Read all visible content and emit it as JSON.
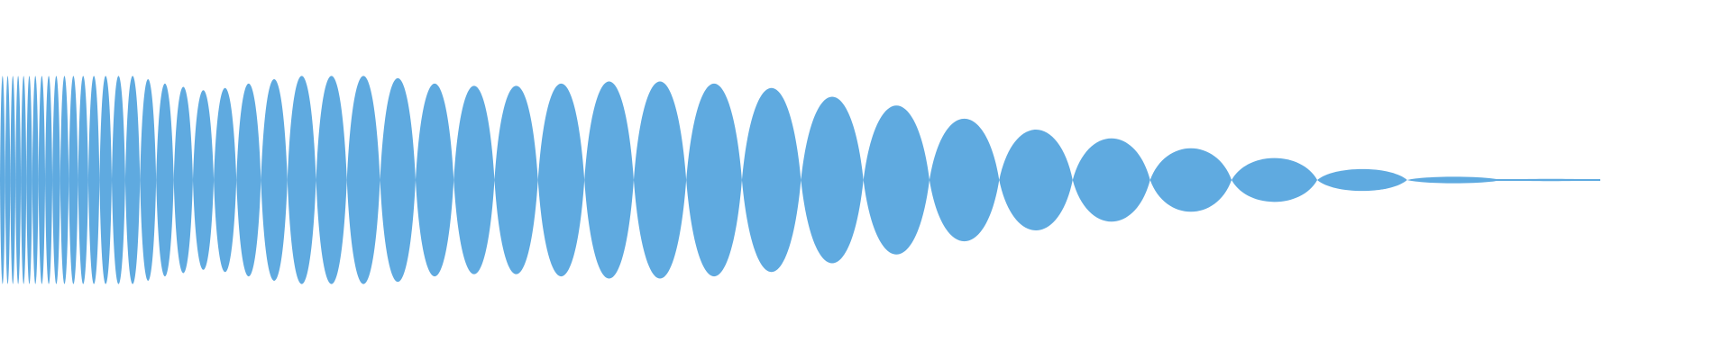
{
  "waveform": {
    "fill_color": "#5FAAE0",
    "background_color": "#FFFFFF",
    "description_visible_text": "",
    "lobes": [
      {
        "amp": 0.95
      },
      {
        "amp": 0.95
      },
      {
        "amp": 0.95
      },
      {
        "amp": 0.95
      },
      {
        "amp": 0.95
      },
      {
        "amp": 0.95
      },
      {
        "amp": 0.95
      },
      {
        "amp": 0.95
      },
      {
        "amp": 0.95
      },
      {
        "amp": 0.95
      },
      {
        "amp": 0.95
      },
      {
        "amp": 0.95
      },
      {
        "amp": 0.95
      },
      {
        "amp": 0.95
      },
      {
        "amp": 0.95
      },
      {
        "amp": 0.95
      },
      {
        "amp": 0.95
      },
      {
        "amp": 0.92
      },
      {
        "amp": 0.88
      },
      {
        "amp": 0.85
      },
      {
        "amp": 0.82
      },
      {
        "amp": 0.84
      },
      {
        "amp": 0.88
      },
      {
        "amp": 0.92
      },
      {
        "amp": 0.95
      },
      {
        "amp": 0.95
      },
      {
        "amp": 0.95
      },
      {
        "amp": 0.93
      },
      {
        "amp": 0.88
      },
      {
        "amp": 0.86
      },
      {
        "amp": 0.86
      },
      {
        "amp": 0.88
      },
      {
        "amp": 0.9
      },
      {
        "amp": 0.9
      },
      {
        "amp": 0.88
      },
      {
        "amp": 0.84
      },
      {
        "amp": 0.76
      },
      {
        "amp": 0.68
      },
      {
        "amp": 0.56
      },
      {
        "amp": 0.46
      },
      {
        "amp": 0.38
      },
      {
        "amp": 0.29
      },
      {
        "amp": 0.2
      },
      {
        "amp": 0.1
      },
      {
        "amp": 0.03
      },
      {
        "amp": 0.01
      }
    ]
  }
}
